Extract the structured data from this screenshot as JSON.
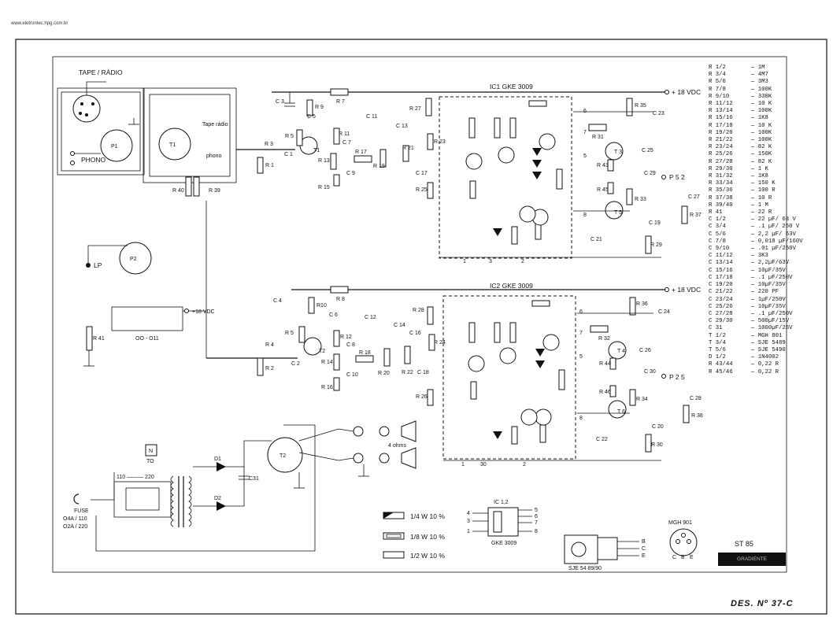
{
  "watermark": "www.eletrontec.hpg.com.br",
  "drawing_number": "DES. Nº 37-C",
  "model": "ST 85",
  "model_box_label": "GRADIENTE",
  "supply": {
    "top": "+ 18 VDC",
    "mid": "+ 18 VDC",
    "switch": "+18 VDC"
  },
  "inputs": {
    "tape_radio": "TAPE / RÁDIO",
    "phono": "PHONO",
    "tape_radio_switch": "Tape rádio",
    "phono_switch": "phono",
    "lp": "LP",
    "switch_label": "OO - O11"
  },
  "ic_labels": {
    "ic1": "IC1  GKE 3009",
    "ic2": "IC2  GKE 3009"
  },
  "outputs": {
    "p5_top": "P 5 2",
    "p5_bottom": "P 2 5",
    "speaker": "4 ohms"
  },
  "power": {
    "fuse": "FUSE",
    "fuse_ratings": [
      "O4A / 110",
      "O2A / 220"
    ],
    "voltage": "110 ——— 220",
    "transformer": "TO",
    "d1": "D1",
    "d2": "D2",
    "c31": "C31"
  },
  "legend": [
    {
      "symbol": "filled",
      "text": "1/4 W 10 %"
    },
    {
      "symbol": "dotted",
      "text": "1/8 W 10 %"
    },
    {
      "symbol": "hollow",
      "text": "1/2 W 10 %"
    }
  ],
  "ic_pinout": {
    "title": "IC 1,2",
    "part": "GKE 3009",
    "pins_left": [
      "4",
      "3",
      "1"
    ],
    "pins_right": [
      "5",
      "6",
      "7",
      "8"
    ]
  },
  "transistor_pinout": {
    "part": "SJE 54 89/90",
    "pins": [
      "B",
      "C",
      "E"
    ]
  },
  "mgh_pinout": {
    "part": "MGH 901",
    "pins": [
      "C",
      "B",
      "E"
    ]
  },
  "parts_list": [
    [
      "R 1/2",
      "— 1M"
    ],
    [
      "R 3/4",
      "— 4M7"
    ],
    [
      "R 5/6",
      "— 3M3"
    ],
    [
      "R 7/8",
      "— 100K"
    ],
    [
      "R 9/10",
      "— 330K"
    ],
    [
      "R 11/12",
      "— 10 K"
    ],
    [
      "R 13/14",
      "— 100K"
    ],
    [
      "R 15/16",
      "— 1K8"
    ],
    [
      "R 17/18",
      "— 10 K"
    ],
    [
      "R 19/20",
      "— 100K"
    ],
    [
      "R 21/22",
      "— 100K"
    ],
    [
      "R 23/24",
      "— 82 K"
    ],
    [
      "R 25/26",
      "— 150K"
    ],
    [
      "R 27/28",
      "— 82 K"
    ],
    [
      "R 29/30",
      "— 1 K"
    ],
    [
      "R 31/32",
      "— 1K8"
    ],
    [
      "R 33/34",
      "— 150 K"
    ],
    [
      "R 35/36",
      "— 100 R"
    ],
    [
      "R 37/38",
      "— 10 R"
    ],
    [
      "R 39/40",
      "— 1 M"
    ],
    [
      "R 41",
      "— 22 R"
    ],
    [
      "C 1/2",
      "— 22 µF/ 63 V"
    ],
    [
      "C 3/4",
      "— .1 µF/ 250 V"
    ],
    [
      "C 5/6",
      "— 2,2 µF/ 63V"
    ],
    [
      "C 7/8",
      "— 0,018 µF/160V"
    ],
    [
      "C 9/10",
      "— .01 µF/250V"
    ],
    [
      "C 11/12",
      "— 3K3"
    ],
    [
      "C 13/14",
      "— 2,2µF/63V"
    ],
    [
      "C 15/16",
      "— 10µF/35V"
    ],
    [
      "C 17/18",
      "— .1 µF/250V"
    ],
    [
      "C 19/20",
      "— 10µF/35V"
    ],
    [
      "C 21/22",
      "— 220 PF"
    ],
    [
      "C 23/24",
      "— 1µF/250V"
    ],
    [
      "C 25/26",
      "— 10µF/35V"
    ],
    [
      "C 27/28",
      "— .1 µF/250V"
    ],
    [
      "C 29/30",
      "— 500µF/15V"
    ],
    [
      "C 31",
      "— 1000µF/25V"
    ],
    [
      "T 1/2",
      "— MGH 801"
    ],
    [
      "T 3/4",
      "— SJE 5489"
    ],
    [
      "T 5/6",
      "— SJE 5490"
    ],
    [
      "D 1/2",
      "— 1N4002"
    ],
    [
      "R 43/44",
      "— 0,22 R"
    ],
    [
      "R 45/46",
      "— 0,22 R"
    ]
  ],
  "components_top": [
    "R 1",
    "R 3",
    "R 5",
    "R 7",
    "R 9",
    "R 11",
    "R 13",
    "R 15",
    "R 17",
    "R 19",
    "R 21",
    "R 23",
    "R 25",
    "R 27",
    "R 31",
    "R 33",
    "R 35",
    "R 37",
    "R 39",
    "R 40",
    "R 43",
    "R 45",
    "R 29",
    "C 1",
    "C 3",
    "C 5",
    "C 7",
    "C 9",
    "C 11",
    "C 13",
    "C 17",
    "C 19",
    "C 21",
    "C 23",
    "C 25",
    "C 27",
    "C 29",
    "T 1",
    "T 3",
    "T 5"
  ],
  "components_bottom": [
    "R 2",
    "R 4",
    "R 5",
    "R 8",
    "R 10",
    "R 12",
    "R 14",
    "R 16",
    "R 18",
    "R 20",
    "R 22",
    "R 24",
    "R 26",
    "R 28",
    "R 30",
    "R 32",
    "R 34",
    "R 36",
    "R 38",
    "R 41",
    "R 44",
    "R 46",
    "C 2",
    "C 4",
    "C 6",
    "C 8",
    "C 10",
    "C 12",
    "C 14",
    "C 16",
    "C 18",
    "C 20",
    "C 22",
    "C 24",
    "C 26",
    "C 28",
    "C 30",
    "T 2",
    "T 4",
    "T 6"
  ],
  "connectors": {
    "p1": "P1",
    "p2": "P2",
    "t1": "T1",
    "t2": "T2"
  }
}
